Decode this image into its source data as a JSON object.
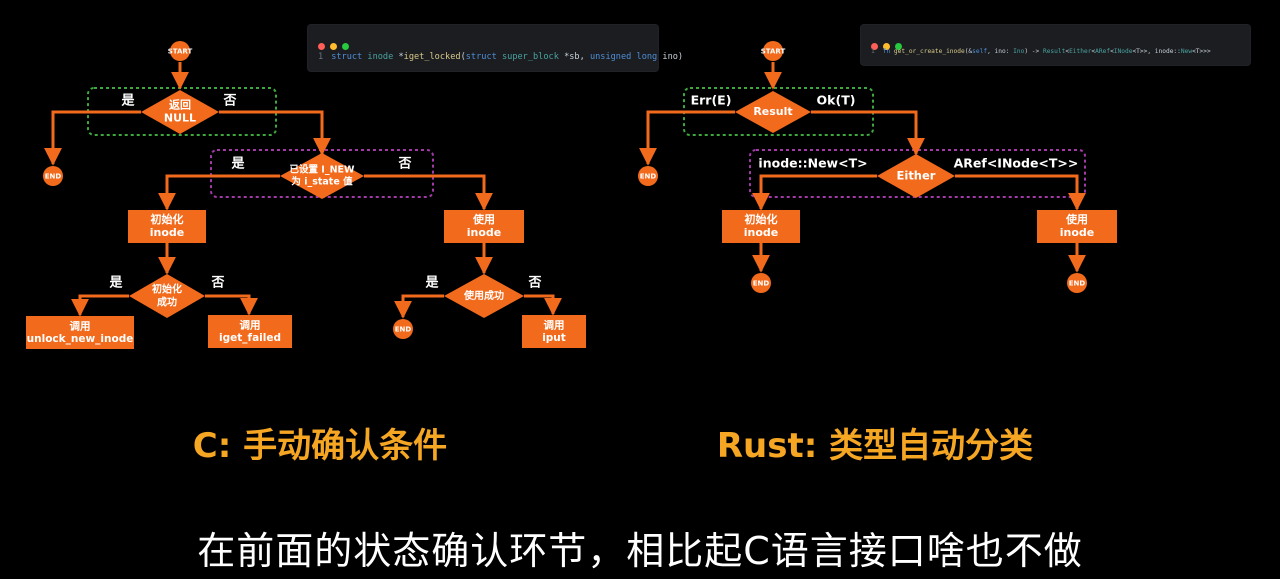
{
  "colors": {
    "accent": "#f26b1d",
    "green_box": "#3ea83e",
    "purple_box": "#a33aa8",
    "caption": "#f5a623"
  },
  "left": {
    "code": {
      "line_no": "1",
      "tokens": [
        {
          "t": "struct ",
          "c": "kw"
        },
        {
          "t": "inode ",
          "c": "ty"
        },
        {
          "t": "*",
          "c": "pl"
        },
        {
          "t": "iget_locked",
          "c": "fn"
        },
        {
          "t": "(",
          "c": "pl"
        },
        {
          "t": "struct ",
          "c": "kw"
        },
        {
          "t": "super_block ",
          "c": "ty"
        },
        {
          "t": "*sb, ",
          "c": "pl"
        },
        {
          "t": "unsigned ",
          "c": "kw"
        },
        {
          "t": "long ",
          "c": "kw"
        },
        {
          "t": "ino",
          "c": "pl"
        },
        {
          "t": ")",
          "c": "pl"
        }
      ]
    },
    "start": "START",
    "d1": {
      "lines": [
        "返回",
        "NULL"
      ],
      "yes": "是",
      "no": "否"
    },
    "end1": "END",
    "d2": {
      "lines": [
        "已设置 I_NEW",
        "为 i_state 值"
      ],
      "yes": "是",
      "no": "否"
    },
    "box_init": [
      "初始化",
      "inode"
    ],
    "box_use": [
      "使用",
      "inode"
    ],
    "d3": {
      "lines": [
        "初始化",
        "成功"
      ],
      "yes": "是",
      "no": "否"
    },
    "d4": {
      "lines": [
        "使用成功"
      ],
      "yes": "是",
      "no": "否"
    },
    "box_unlock": [
      "调用",
      "unlock_new_inode"
    ],
    "box_failed": [
      "调用",
      "iget_failed"
    ],
    "box_iput": [
      "调用",
      "iput"
    ],
    "end2": "END",
    "caption": "C: 手动确认条件"
  },
  "right": {
    "code": {
      "line_no": "1",
      "tokens": [
        {
          "t": "fn ",
          "c": "kw"
        },
        {
          "t": "get_or_create_inode",
          "c": "fn"
        },
        {
          "t": "(&",
          "c": "pl"
        },
        {
          "t": "self",
          "c": "kw"
        },
        {
          "t": ", ino: ",
          "c": "pl"
        },
        {
          "t": "Ino",
          "c": "ty"
        },
        {
          "t": ") -> ",
          "c": "pl"
        },
        {
          "t": "Result",
          "c": "ty"
        },
        {
          "t": "<",
          "c": "pl"
        },
        {
          "t": "Either",
          "c": "ty"
        },
        {
          "t": "<",
          "c": "pl"
        },
        {
          "t": "ARef",
          "c": "ty"
        },
        {
          "t": "<",
          "c": "pl"
        },
        {
          "t": "INode",
          "c": "ty"
        },
        {
          "t": "<T>>, inode::",
          "c": "pl"
        },
        {
          "t": "New",
          "c": "ty"
        },
        {
          "t": "<T>>>",
          "c": "pl"
        }
      ]
    },
    "start": "START",
    "d1": {
      "lines": [
        "Result"
      ],
      "left": "Err(E)",
      "right": "Ok(T)"
    },
    "end1": "END",
    "d2": {
      "lines": [
        "Either"
      ],
      "left": "inode::New<T>",
      "right": "ARef<INode<T>>"
    },
    "box_init": [
      "初始化",
      "inode"
    ],
    "box_use": [
      "使用",
      "inode"
    ],
    "end2": "END",
    "end3": "END",
    "caption": "Rust: 类型自动分类"
  },
  "subtitle": "在前面的状态确认环节，相比起C语言接口啥也不做"
}
